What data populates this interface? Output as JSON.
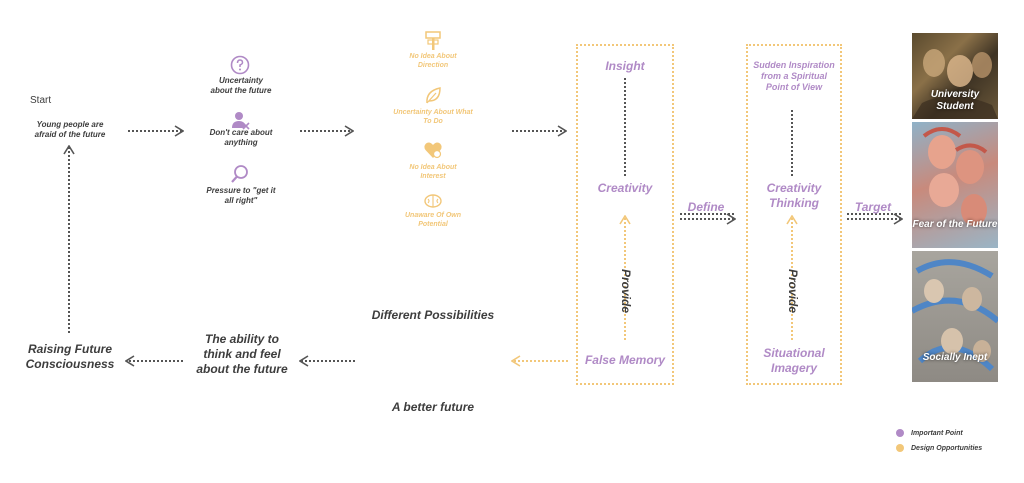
{
  "flow": {
    "start_label": "Start",
    "start_text": "Young people are afraid of the future",
    "problems": [
      {
        "icon": "question-icon",
        "label": "Uncertainty about the future"
      },
      {
        "icon": "user-off-icon",
        "label": "Don't care about anything"
      },
      {
        "icon": "search-icon",
        "label": "Pressure to \"get it all right\""
      }
    ],
    "design_opportunities": [
      {
        "icon": "signpost-icon",
        "label": "No Idea About Direction"
      },
      {
        "icon": "leaf-icon",
        "label": "Uncertainty About What To Do"
      },
      {
        "icon": "heart-icon",
        "label": "No Idea About Interest"
      },
      {
        "icon": "brain-icon",
        "label": "Unaware Of Own Potential"
      }
    ],
    "box1": {
      "top": "Insight",
      "middle": "Creativity",
      "bottom": "False Memory",
      "vertical": "Provide"
    },
    "box2": {
      "top": "Sudden Inspiration from a Spiritual Point of View",
      "middle": "Creativity Thinking",
      "bottom": "Situational Imagery",
      "vertical": "Provide"
    },
    "define_label": "Define",
    "target_label": "Target",
    "different_possibilities": "Different Possibilities",
    "better_future": "A better future",
    "ability_text": "The ability to think and feel about the future",
    "raising_text": "Raising Future Consciousness"
  },
  "targets": [
    {
      "label": "University Student"
    },
    {
      "label": "Fear of the Future"
    },
    {
      "label": "Socially Inept"
    }
  ],
  "legend": [
    {
      "label": "Important Point",
      "color": "#b08ac6"
    },
    {
      "label": "Design Opportunities",
      "color": "#f2c779"
    }
  ],
  "colors": {
    "important": "#b08ac6",
    "opportunity": "#f2c779",
    "arrow": "#555555"
  }
}
